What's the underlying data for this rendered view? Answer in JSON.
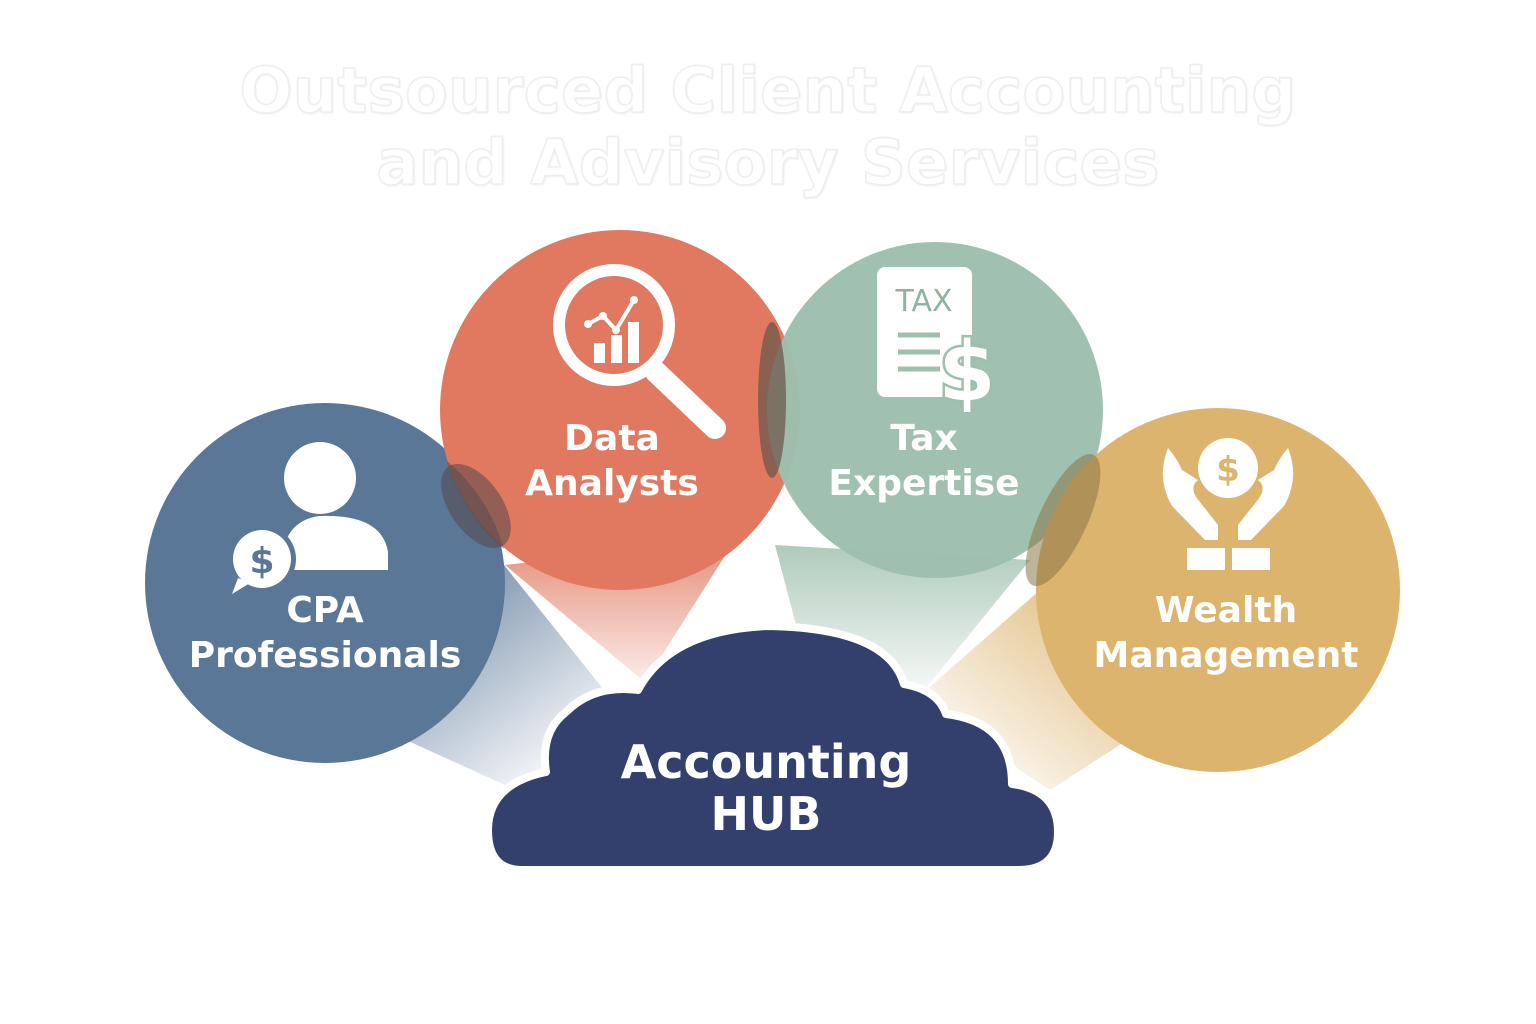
{
  "title": {
    "line1": "Outsourced Client Accounting",
    "line2": "and Advisory Services"
  },
  "hub": {
    "line1": "Accounting",
    "line2": "HUB",
    "color": "#33406e"
  },
  "nodes": [
    {
      "id": "cpa",
      "line1": "CPA",
      "line2": "Professionals",
      "color": "#5a7797",
      "icon": "person-with-dollar-speech-bubble-icon"
    },
    {
      "id": "data",
      "line1": "Data",
      "line2": "Analysts",
      "color": "#e07960",
      "icon": "magnifier-chart-icon"
    },
    {
      "id": "tax",
      "line1": "Tax",
      "line2": "Expertise",
      "color": "#9ebfad",
      "icon": "tax-document-dollar-icon"
    },
    {
      "id": "wealth",
      "line1": "Wealth",
      "line2": "Management",
      "color": "#ddb46e",
      "icon": "hands-holding-coin-icon"
    }
  ],
  "icon_text": {
    "tax_doc": "TAX",
    "dollar": "$"
  }
}
